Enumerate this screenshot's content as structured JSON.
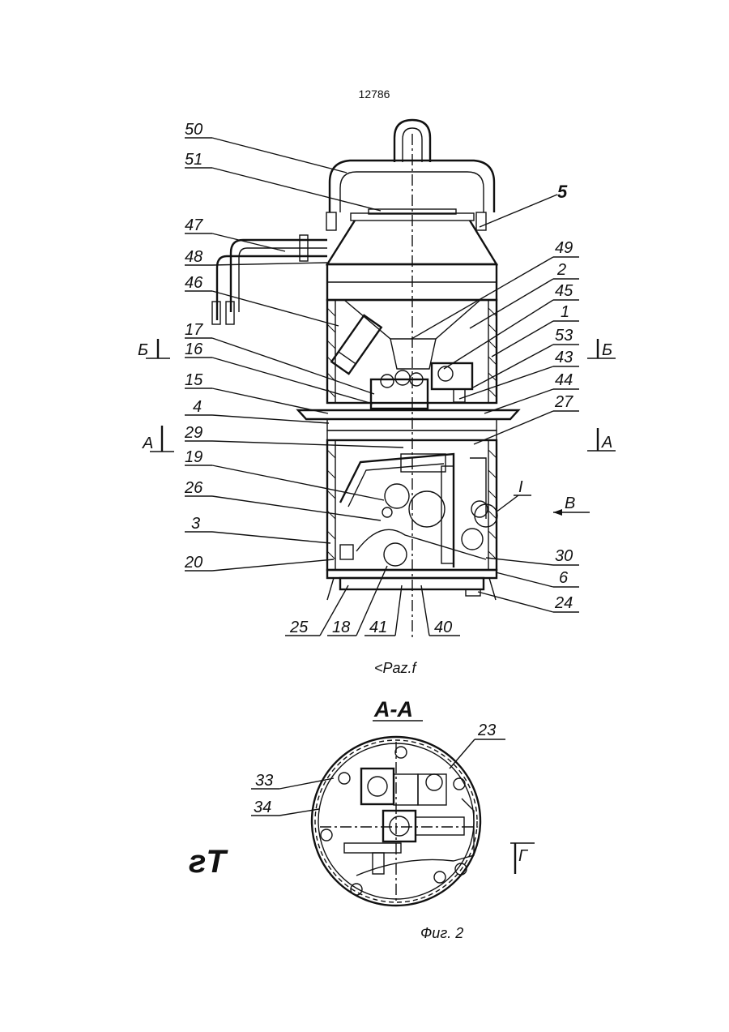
{
  "page_number": "12786",
  "figure1": {
    "caption": "<Paz.f",
    "bold_label": "5",
    "section_marks": {
      "b_left": "Б",
      "b_right": "Б",
      "a_left": "А",
      "a_right": "А",
      "roman": "I",
      "view_v": "В"
    },
    "labels_left": [
      "50",
      "51",
      "47",
      "48",
      "46",
      "17",
      "16",
      "15",
      "4",
      "29",
      "19",
      "26",
      "3",
      "20"
    ],
    "labels_right": [
      "49",
      "2",
      "45",
      "1",
      "53",
      "43",
      "44",
      "27",
      "30",
      "6",
      "24"
    ],
    "labels_bottom": [
      "25",
      "18",
      "41",
      "40"
    ]
  },
  "figure2": {
    "section_title": "А-А",
    "labels": [
      "23",
      "33",
      "34"
    ],
    "section_left": "гТ",
    "section_right": "Г",
    "caption": "Фиг. 2"
  }
}
